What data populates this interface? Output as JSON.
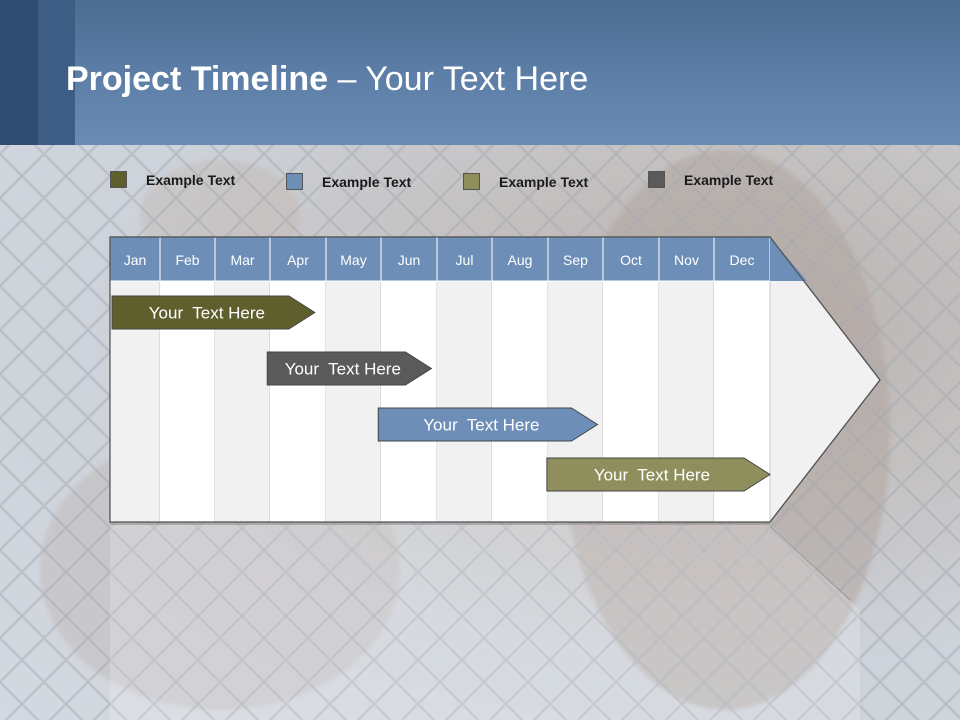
{
  "title": {
    "bold": "Project Timeline",
    "rest": " – Your Text Here"
  },
  "legend": [
    {
      "label": "Example Text",
      "color": "#5f5f2e"
    },
    {
      "label": "Example Text",
      "color": "#6d8fb7"
    },
    {
      "label": "Example Text",
      "color": "#8f8f5e"
    },
    {
      "label": "Example Text",
      "color": "#5a5a5a"
    }
  ],
  "months": [
    "Jan",
    "Feb",
    "Mar",
    "Apr",
    "May",
    "Jun",
    "Jul",
    "Aug",
    "Sep",
    "Oct",
    "Nov",
    "Dec"
  ],
  "tasks": [
    {
      "label": "Your  Text Here",
      "start": 0,
      "end": 3.8,
      "color": "#5f5f2e"
    },
    {
      "label": "Your  Text Here",
      "start": 2.95,
      "end": 5.9,
      "color": "#5a5a5a"
    },
    {
      "label": "Your  Text Here",
      "start": 4.95,
      "end": 8.9,
      "color": "#6d8fb7"
    },
    {
      "label": "Your  Text Here",
      "start": 7.98,
      "end": 12.0,
      "color": "#8f8f5e"
    }
  ],
  "colors": {
    "header_band": "#6d8fb7",
    "col_light": "#f1f1f1",
    "col_white": "#ffffff"
  }
}
